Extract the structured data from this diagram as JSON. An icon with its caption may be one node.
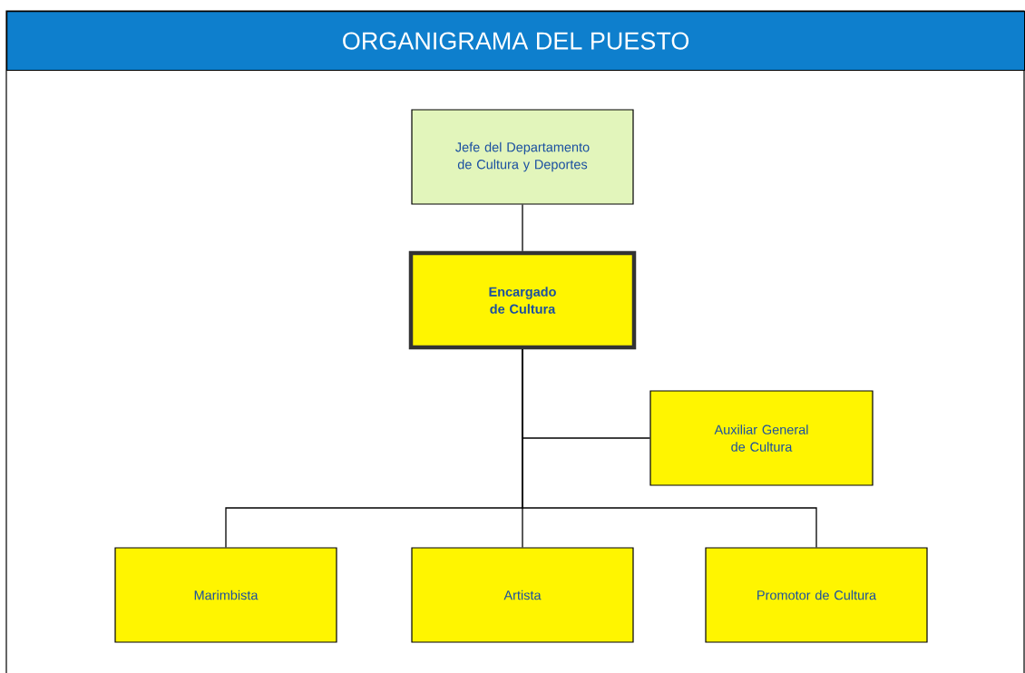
{
  "diagram": {
    "title": "ORGANIGRAMA DEL PUESTO",
    "nodes": [
      {
        "text": [
          "Jefe del Departamento de Cultura y Deportes"
        ]
      },
      {
        "text": [
          "Encargado de Cultura"
        ]
      },
      {
        "text": [
          "Auxiliar General de Cultura"
        ]
      },
      {
        "text": [
          "Marimbista"
        ]
      },
      {
        "text": [
          "Artista"
        ]
      },
      {
        "text": [
          "Promotor de Cultura"
        ]
      }
    ],
    "edges": [
      {
        "from": 0,
        "to": 1,
        "arrow": "none"
      },
      {
        "from": 1,
        "to": 2,
        "arrow": "none"
      },
      {
        "from": 1,
        "to": 3,
        "arrow": "none"
      },
      {
        "from": 1,
        "to": 4,
        "arrow": "none"
      },
      {
        "from": 1,
        "to": 5,
        "arrow": "none"
      }
    ]
  }
}
